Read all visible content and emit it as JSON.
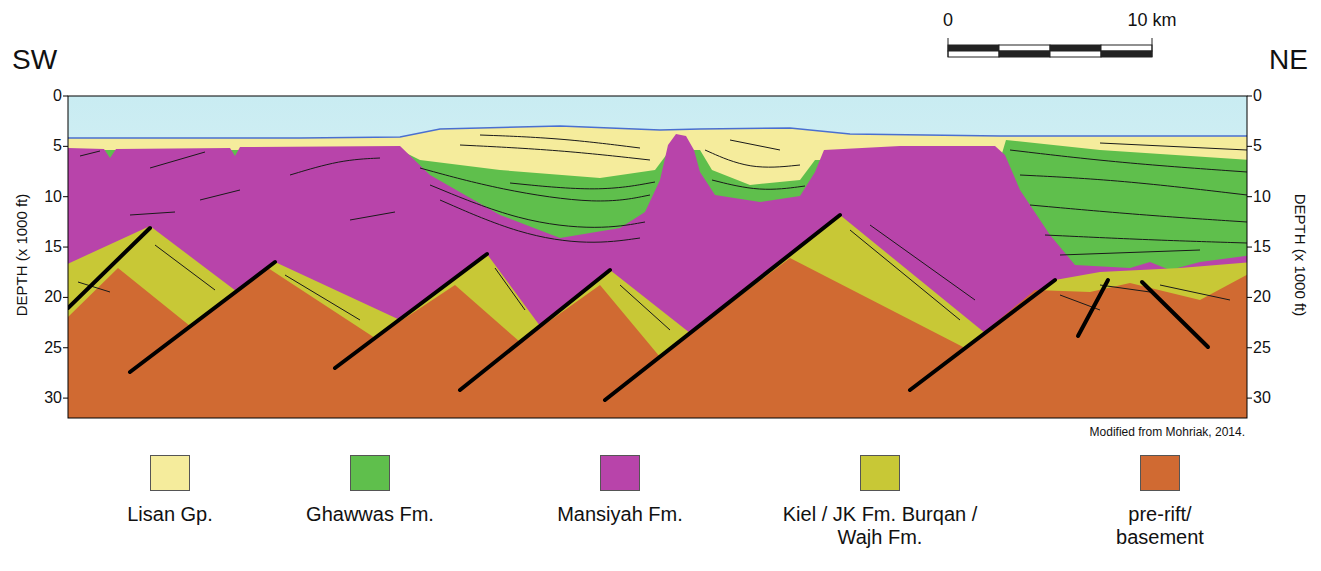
{
  "diagram": {
    "labels": [
      "SW",
      "NE",
      "0",
      "10 km",
      "0",
      "5",
      "10",
      "15",
      "20",
      "25",
      "30",
      "DEPTH (x 1000 ft)",
      "0",
      "5",
      "10",
      "15",
      "20",
      "25",
      "30",
      "DEPTH (x 1000 ft)",
      "Modified from Mohriak, 2014."
    ],
    "legend": [
      {
        "text": "Lisan Gp.",
        "color": "#f5ec9c"
      },
      {
        "text": "Ghawwas Fm.",
        "color": "#5fbf4c"
      },
      {
        "text": "Mansiyah Fm.",
        "color": "#b844aa"
      },
      {
        "text": "Kiel / JK Fm. Burqan / Wajh Fm.",
        "color": "#c8c836"
      },
      {
        "text": "pre-rift/ basement",
        "color": "#d06a32"
      }
    ]
  }
}
